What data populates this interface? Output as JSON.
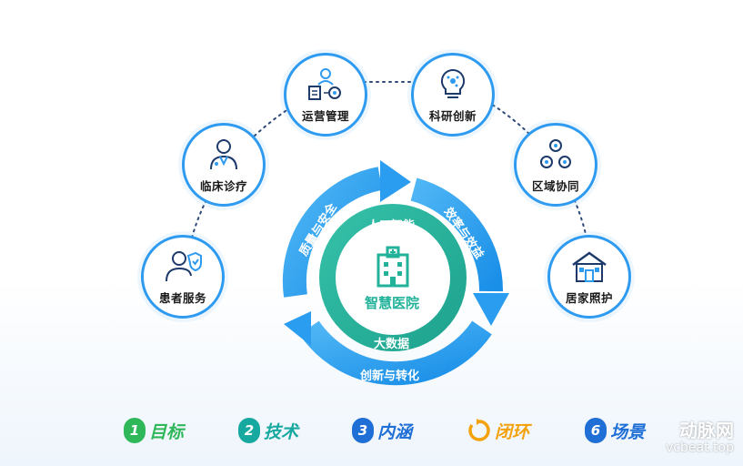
{
  "nodes": {
    "operations": "运营管理",
    "research": "科研创新",
    "clinical": "临床诊疗",
    "regional": "区域协同",
    "patient": "患者服务",
    "home_care": "居家照护"
  },
  "ring": {
    "outer_top_left": "质量与安全",
    "outer_top_right": "效率与效益",
    "outer_bottom": "创新与转化",
    "inner_top": "人工智能",
    "inner_bottom": "大数据",
    "center": "智慧医院"
  },
  "badges": [
    {
      "num": "1",
      "label": "目标",
      "color": "#2fb85a"
    },
    {
      "num": "2",
      "label": "技术",
      "color": "#17a8a0"
    },
    {
      "num": "3",
      "label": "内涵",
      "color": "#1f6fd6"
    },
    {
      "num": "",
      "label": "闭环",
      "color": "#f4a20c"
    },
    {
      "num": "6",
      "label": "场景",
      "color": "#1f6fd6"
    }
  ],
  "watermark": {
    "brand": "动脉网",
    "site": "vcbeat.top"
  },
  "colors": {
    "accent_blue": "#2f9bf0",
    "teal": "#22b29a",
    "arrow_blue": "#1e9ef0"
  }
}
